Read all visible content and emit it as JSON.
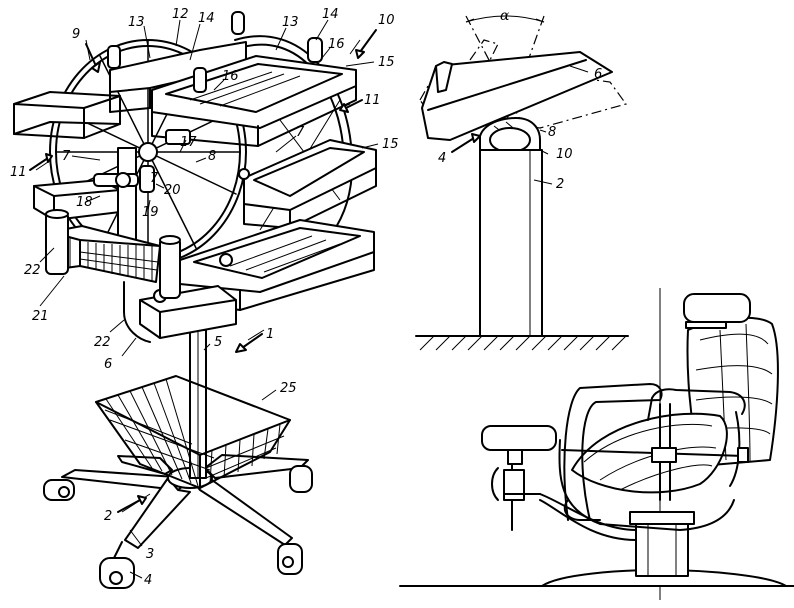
{
  "cart_refs": {
    "r9": "9",
    "r13a": "13",
    "r12": "12",
    "r14a": "14",
    "r13b": "13",
    "r14b": "14",
    "r10": "10",
    "r16a": "16",
    "r16b": "16",
    "r15a": "15",
    "r11a": "11",
    "r7a": "7",
    "r17": "17",
    "r7b": "7",
    "r8": "8",
    "r15b": "15",
    "r11b": "11",
    "r7c": "7",
    "r20": "20",
    "r18": "18",
    "r19": "19",
    "r22a": "22",
    "r21": "21",
    "r22b": "22",
    "r6": "6",
    "r1": "1",
    "r5": "5",
    "r25": "25",
    "r2": "2",
    "r3": "3",
    "r4": "4"
  },
  "tilt_refs": {
    "alpha": "α",
    "r6": "6",
    "r8": "8",
    "r4": "4",
    "r10": "10",
    "r2": "2"
  }
}
